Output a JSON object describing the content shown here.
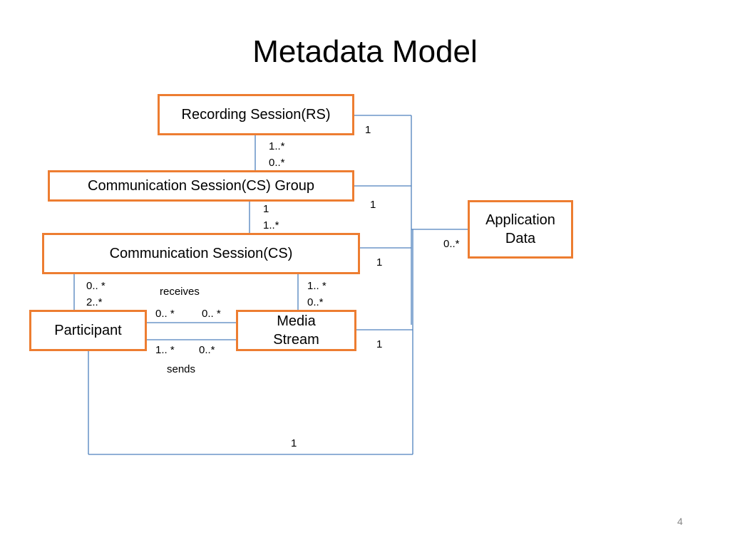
{
  "slide": {
    "title": "Metadata Model",
    "page_number": "4"
  },
  "boxes": {
    "recording_session": "Recording Session(RS)",
    "cs_group": "Communication Session(CS) Group",
    "communication_session": "Communication Session(CS)",
    "application_data": "Application Data",
    "participant": "Participant",
    "media_stream": "Media Stream"
  },
  "labels": {
    "rs_right": "1",
    "rs_group_top": "1..*",
    "rs_group_bottom": "0..*",
    "group_right": "1",
    "group_cs_top": "1",
    "group_cs_bottom": "1..*",
    "app_data": "0..*",
    "cs_right": "1",
    "cs_part_top": "0.. *",
    "cs_part_bottom": "2..*",
    "receives": "receives",
    "cs_media_top": "1.. *",
    "cs_media_bottom": "0..*",
    "recv_left": "0.. *",
    "recv_right": "0.. *",
    "media_right": "1",
    "send_left": "1.. *",
    "send_right": "0..*",
    "sends": "sends",
    "bottom_one": "1"
  },
  "colors": {
    "box_border": "#ED7D31",
    "connector": "#4F81BD"
  }
}
